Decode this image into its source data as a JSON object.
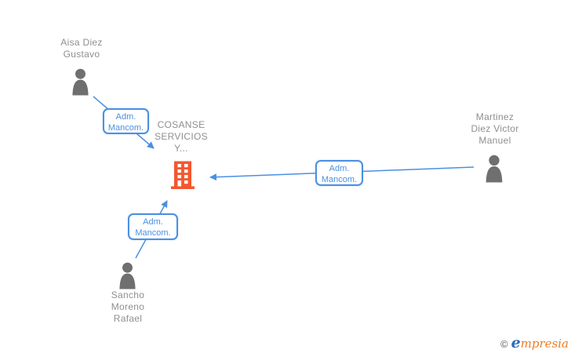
{
  "diagram": {
    "company": {
      "full_name": "COSANSE SERVICIOS Y...",
      "name_lines": [
        "COSANSE",
        "SERVICIOS",
        "Y..."
      ],
      "icon": "building-icon"
    },
    "persons": [
      {
        "full_name": "Aisa Diez Gustavo",
        "name_lines": [
          "Aisa Diez",
          "Gustavo"
        ],
        "icon": "person-icon"
      },
      {
        "full_name": "Martinez Diez Victor Manuel",
        "name_lines": [
          "Martinez",
          "Diez Victor",
          "Manuel"
        ],
        "icon": "person-icon"
      },
      {
        "full_name": "Sancho Moreno Rafael",
        "name_lines": [
          "Sancho",
          "Moreno",
          "Rafael"
        ],
        "icon": "person-icon"
      }
    ],
    "edges": [
      {
        "from": "Aisa Diez Gustavo",
        "to": "COSANSE SERVICIOS Y...",
        "label_line1": "Adm.",
        "label_line2": "Mancom."
      },
      {
        "from": "Martinez Diez Victor Manuel",
        "to": "COSANSE SERVICIOS Y...",
        "label_line1": "Adm.",
        "label_line2": "Mancom."
      },
      {
        "from": "Sancho Moreno Rafael",
        "to": "COSANSE SERVICIOS Y...",
        "label_line1": "Adm.",
        "label_line2": "Mancom."
      }
    ],
    "colors": {
      "edge_blue": "#4a90e2",
      "node_text_gray": "#8f8f8f",
      "person_icon_gray": "#6f6f6f",
      "building_orange": "#f4572e"
    }
  },
  "footer": {
    "copyright_symbol": "©",
    "brand_initial": "e",
    "brand_rest": "mpresia",
    "brand_initial_color": "#2a6db5",
    "brand_rest_color": "#ee7d22"
  }
}
